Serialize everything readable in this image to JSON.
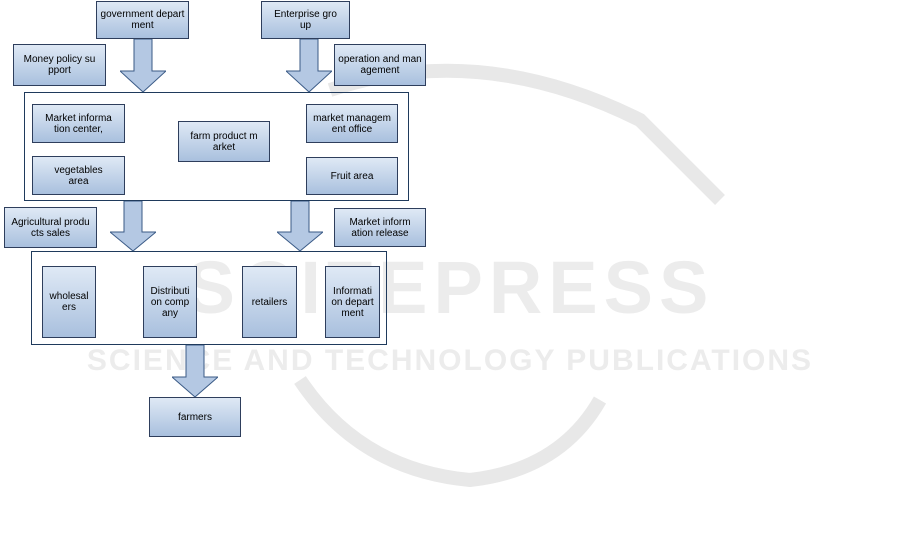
{
  "watermark": {
    "brand": "SCITEPRESS",
    "tagline": "SCIENCE AND TECHNOLOGY PUBLICATIONS"
  },
  "top": {
    "government": "government department",
    "enterprise": "Enterprise group",
    "money_policy": "Money policy support",
    "operation": "operation and management"
  },
  "market": {
    "info_center": "Market information center,",
    "farm_product": "farm product market",
    "mgmt_office": "market management office",
    "vegetables": "vegetables area",
    "fruit": "Fruit area"
  },
  "mid": {
    "agri_sales": "Agricultural products sales",
    "info_release": "Market information release"
  },
  "channels": {
    "wholesalers": "wholesalers",
    "distribution": "Distribution company",
    "retailers": "retailers",
    "information": "Information department"
  },
  "bottom": {
    "farmers": "farmers"
  }
}
